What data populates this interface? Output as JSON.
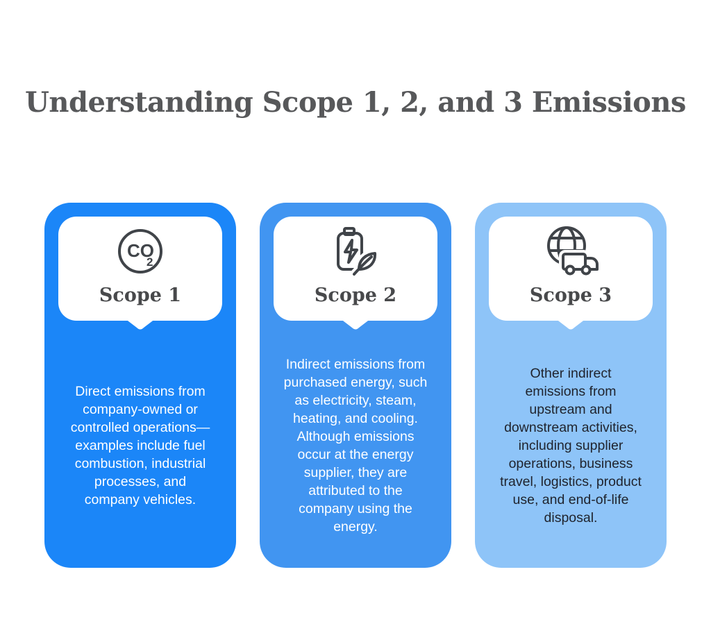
{
  "page": {
    "title": "Understanding Scope 1, 2, and 3 Emissions",
    "background_color": "#ffffff",
    "title_color": "#57585a",
    "icon_stroke_color": "#404449"
  },
  "cards": [
    {
      "label": "Scope 1",
      "icon": "co2-icon",
      "icon_text": "CO",
      "icon_subscript": "2",
      "card_color": "#1b86f8",
      "text_color": "#ffffff",
      "description": "Direct emissions from company-owned or controlled operations—examples include fuel combustion, industrial processes, and company vehicles."
    },
    {
      "label": "Scope 2",
      "icon": "battery-leaf-icon",
      "card_color": "#4195f1",
      "text_color": "#ffffff",
      "description": "Indirect emissions from purchased energy, such as electricity, steam, heating, and cooling. Although emissions occur at the energy supplier, they are attributed to the company using the energy."
    },
    {
      "label": "Scope 3",
      "icon": "globe-truck-icon",
      "card_color": "#8ec4f8",
      "text_color": "#20242e",
      "description": "Other indirect emissions from upstream and downstream activities, including supplier operations, business travel, logistics, product use, and end-of-life disposal."
    }
  ]
}
